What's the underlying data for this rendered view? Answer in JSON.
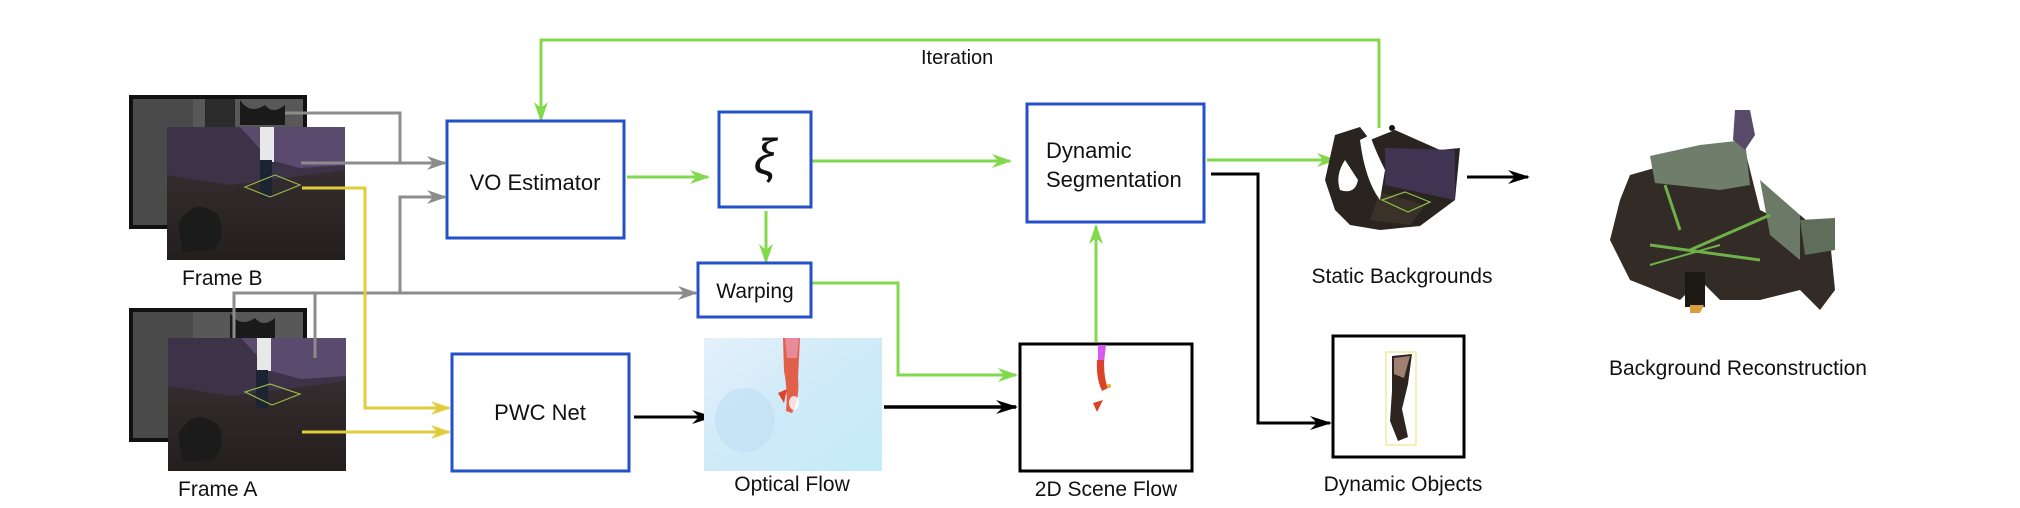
{
  "title": "Dynamic SLAM pipeline diagram",
  "colors": {
    "process_box": "#2450c8",
    "output_box": "#000000",
    "green_flow": "#82d94c",
    "gray_flow": "#8c8c8c",
    "yellow_flow": "#e0cc3c",
    "black_flow": "#000000"
  },
  "inputs": {
    "frame_b": "Frame B",
    "frame_a": "Frame A"
  },
  "blocks": {
    "vo_estimator": "VO Estimator",
    "xi_symbol": "ξ",
    "warping": "Warping",
    "pwc_net": "PWC Net",
    "dynamic_segmentation_line1": "Dynamic",
    "dynamic_segmentation_line2": "Segmentation"
  },
  "outputs": {
    "optical_flow": "Optical Flow",
    "scene_flow": "2D Scene Flow",
    "static_backgrounds": "Static Backgrounds",
    "dynamic_objects": "Dynamic Objects",
    "background_reconstruction": "Background Reconstruction"
  },
  "loop_label": "Iteration"
}
